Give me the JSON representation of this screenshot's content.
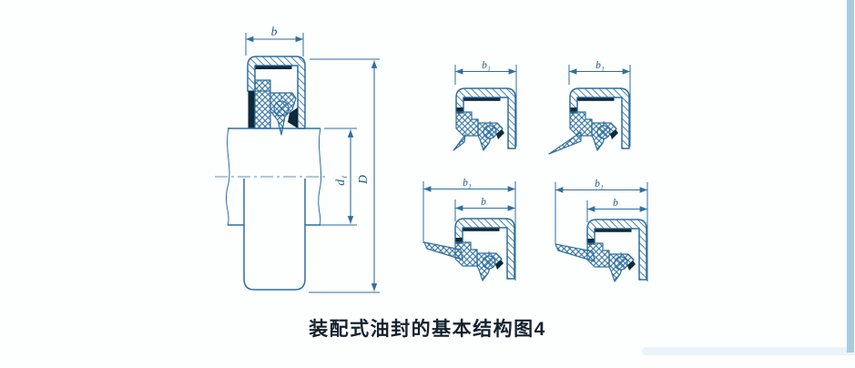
{
  "figure": {
    "caption": "装配式油封的基本结构图4",
    "main_view": {
      "width_label": "b",
      "shaft_diameter_label": "d₁",
      "outer_diameter_label": "D"
    },
    "details": [
      {
        "position": "top-left",
        "outer_width_label": "b₁"
      },
      {
        "position": "top-right",
        "outer_width_label": "b₁"
      },
      {
        "position": "bottom-left",
        "outer_width_label": "b₁",
        "case_width_label": "b"
      },
      {
        "position": "bottom-right",
        "outer_width_label": "b₁",
        "case_width_label": "b"
      }
    ],
    "colors": {
      "line_blue": "#2f6f9f",
      "dark_fill": "#0e2a3a",
      "label_blue": "#1d5b8c",
      "border_strip": "#a9cbe2",
      "background": "#fdfefe",
      "caption_text": "#15222e"
    }
  }
}
